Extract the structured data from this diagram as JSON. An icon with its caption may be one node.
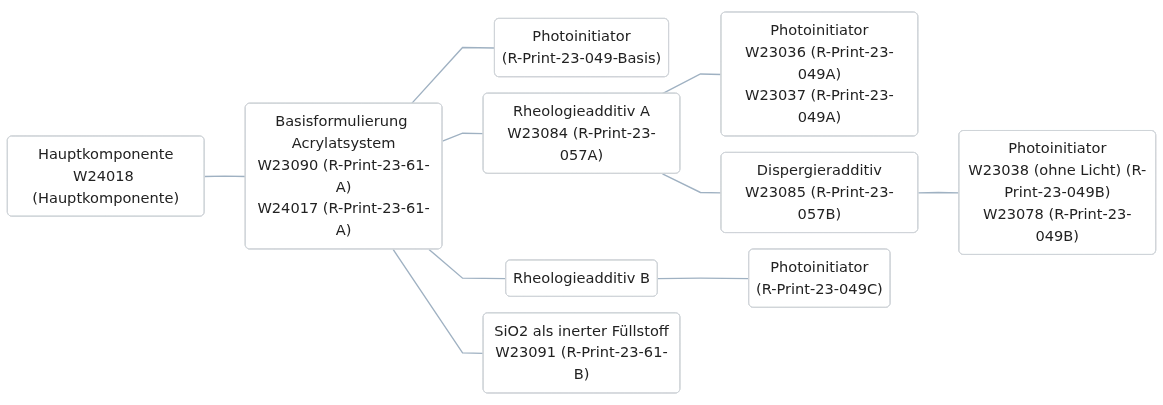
{
  "diagram": {
    "nodes": [
      {
        "text": [
          "Hauptkomponente",
          "W24018 (Hauptkomponente)"
        ]
      },
      {
        "text": [
          "Basisformulierung Acrylatsystem",
          "W23090 (R-Print-23-61-A)",
          "W24017 (R-Print-23-61-A)"
        ]
      },
      {
        "text": [
          "Photoinitiator",
          "(R-Print-23-049-Basis)"
        ]
      },
      {
        "text": [
          "Rheologieadditiv A",
          "W23084 (R-Print-23-057A)"
        ]
      },
      {
        "text": [
          "Photoinitiator",
          "W23036 (R-Print-23-049A)",
          "W23037 (R-Print-23-049A)"
        ]
      },
      {
        "text": [
          "Dispergieradditiv",
          "W23085 (R-Print-23-057B)"
        ]
      },
      {
        "text": [
          "Photoinitiator",
          "W23038 (ohne Licht) (R-Print-23-049B)",
          "W23078 (R-Print-23-049B)"
        ]
      },
      {
        "text": [
          "Rheologieadditiv B"
        ]
      },
      {
        "text": [
          "Photoinitiator",
          "(R-Print-23-049C)"
        ]
      },
      {
        "text": [
          "SiO2 als inerter Füllstoff",
          "W23091 (R-Print-23-61-B)"
        ]
      }
    ],
    "edges": [
      {
        "from": 0,
        "to": 1,
        "arrow": "none"
      },
      {
        "from": 1,
        "to": 2,
        "arrow": "none"
      },
      {
        "from": 1,
        "to": 3,
        "arrow": "none"
      },
      {
        "from": 1,
        "to": 7,
        "arrow": "none"
      },
      {
        "from": 1,
        "to": 9,
        "arrow": "none"
      },
      {
        "from": 3,
        "to": 4,
        "arrow": "none"
      },
      {
        "from": 3,
        "to": 5,
        "arrow": "none"
      },
      {
        "from": 5,
        "to": 6,
        "arrow": "none"
      },
      {
        "from": 7,
        "to": 8,
        "arrow": "none"
      }
    ]
  }
}
